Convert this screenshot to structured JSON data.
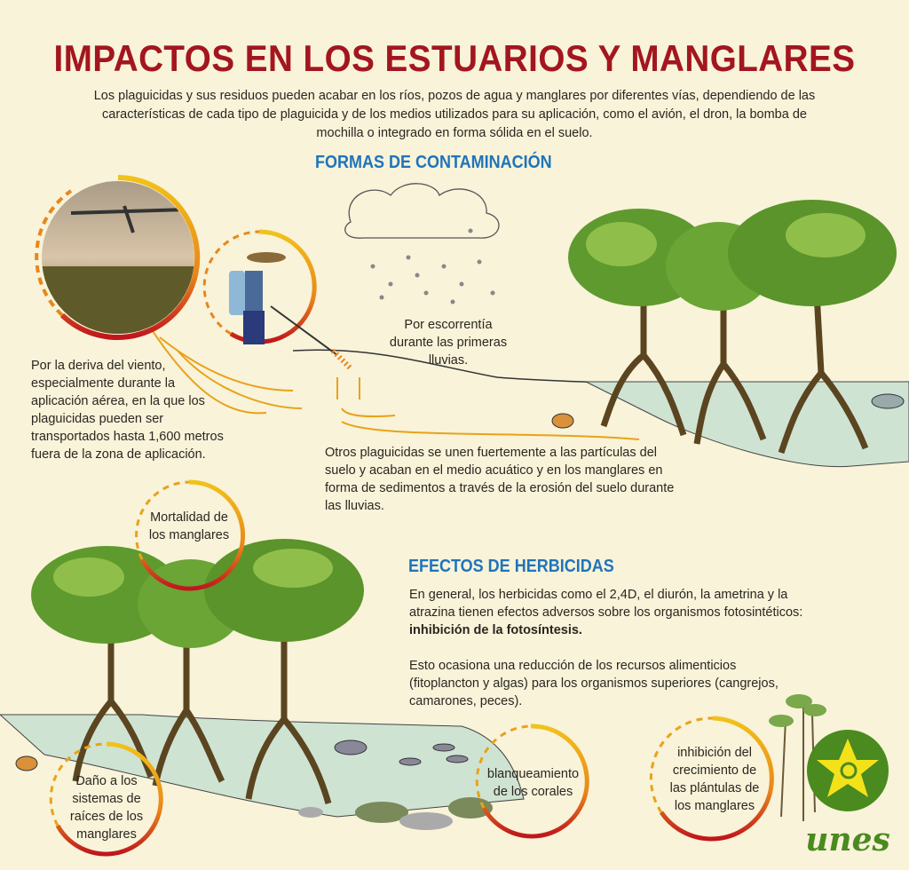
{
  "title": "IMPACTOS EN LOS ESTUARIOS Y MANGLARES",
  "intro": "Los plaguicidas y sus residuos pueden acabar en los ríos, pozos de agua y manglares por diferentes vías, dependiendo de las características de cada tipo de plaguicida y de los medios utilizados para su aplicación, como el avión, el dron, la bomba de mochilla o integrado en forma sólida en el suelo.",
  "formas": {
    "heading": "FORMAS DE CONTAMINACIÓN",
    "wind": "Por la deriva del viento, especialmente durante la aplicación aérea, en la que los plaguicidas pueden ser transportados hasta 1,600 metros fuera de la zona de aplicación.",
    "runoff": "Por escorrentía durante las primeras lluvias.",
    "sediment": "Otros plaguicidas se unen fuertemente a las partículas del suelo y acaban en el medio acuático y en los manglares en forma de sedimentos a través de la erosión del suelo durante las lluvias."
  },
  "efectos": {
    "heading": "EFECTOS DE HERBICIDAS",
    "p1": "En general, los herbicidas como el 2,4D, el diurón, la ametrina y la atrazina tienen efectos adversos sobre los organismos fotosintéticos:",
    "p1_bold": "inhibición de la fotosíntesis.",
    "p2": "Esto ocasiona una reducción de los recursos alimenticios (fitoplancton y algas) para los organismos superiores (cangrejos, camarones, peces)."
  },
  "circles": {
    "mortalidad": "Mortalidad de los manglares",
    "raices": "Daño a los sistemas de raíces de los manglares",
    "corales": "blanqueamiento de los corales",
    "plantulas": "inhibición del crecimiento de las plántulas de los manglares"
  },
  "logo": {
    "text": "unes"
  },
  "colors": {
    "title": "#a3161f",
    "heading": "#1f74bb",
    "background": "#f8f3d9",
    "arc_start": "#f2c21b",
    "arc_end": "#c0161c",
    "logo_green": "#4a8a1f",
    "logo_star": "#f3e21a"
  }
}
